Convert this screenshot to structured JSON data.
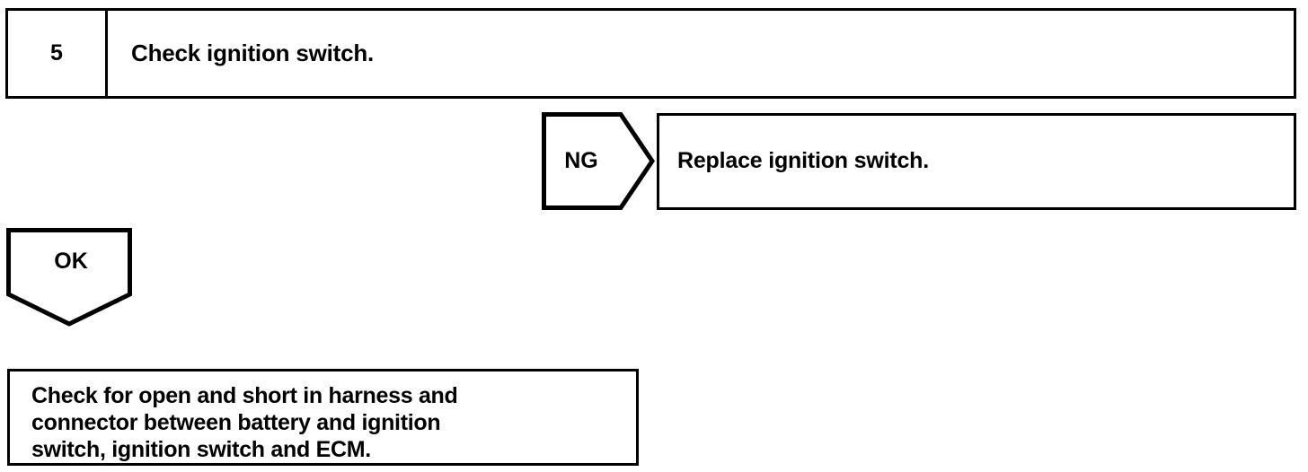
{
  "document": {
    "type": "diagnostic-flowchart",
    "colors": {
      "ink": "#000000",
      "paper": "#ffffff"
    }
  },
  "step": {
    "number": "5",
    "instruction": "Check ignition switch."
  },
  "branches": {
    "ng": {
      "label": "NG",
      "result": "Replace ignition switch."
    },
    "ok": {
      "label": "OK"
    }
  },
  "action_box": {
    "lines": [
      "Check for open and short in harness and",
      "connector between battery and ignition",
      "switch, ignition switch and ECM."
    ]
  }
}
